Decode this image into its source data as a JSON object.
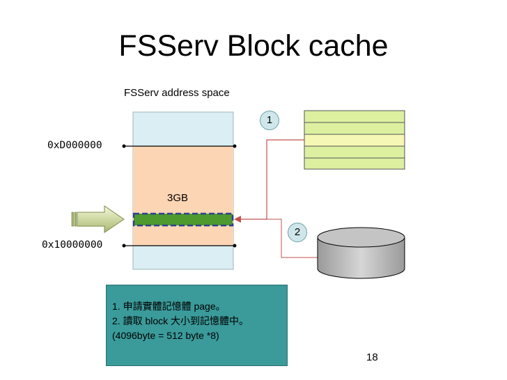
{
  "slide": {
    "title": "FSServ Block cache",
    "address_space_label": "FSServ address space",
    "size_label": "3GB",
    "page_number": "18"
  },
  "addresses": {
    "top": "0xD000000",
    "bottom": "0x10000000"
  },
  "markers": {
    "one": "1",
    "two": "2"
  },
  "note": {
    "line1": "1. 申請實體記憶體 page。",
    "line2": "2. 讀取 block 大小到記憶體中。",
    "line3": "(4096byte = 512 byte *8)"
  },
  "colors": {
    "address_space_fill": "#daeef3",
    "cache_region_fill": "#fcd5b4",
    "block_fill": "#4e9a2f",
    "table_row_fill": "#dcf0a0",
    "table_highlight_fill": "#f5f7b4",
    "arrow_red": "#c0504d",
    "note_fill": "#3b9a9a",
    "disk_fill": "#bfbfbf"
  }
}
